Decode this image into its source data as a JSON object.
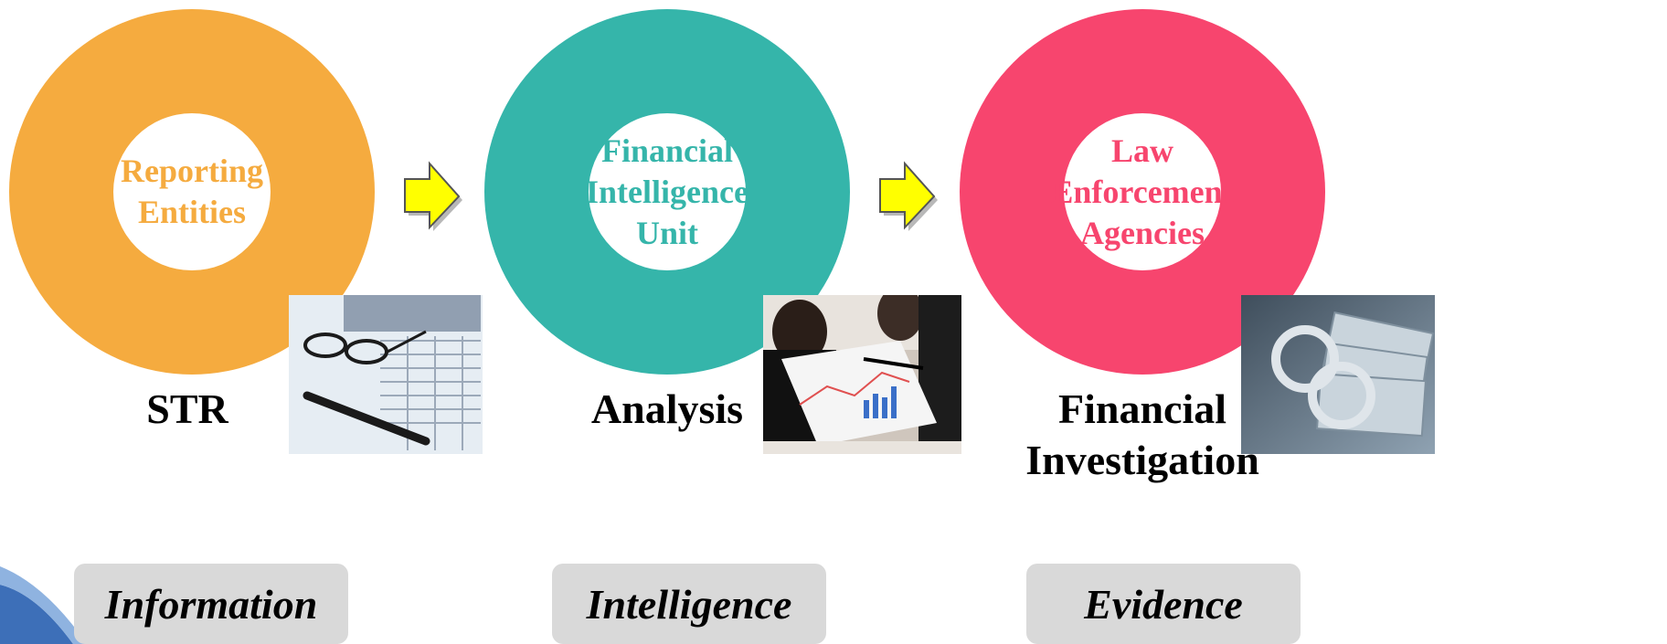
{
  "stages": [
    {
      "entity": "Reporting\nEntities",
      "label": "STR",
      "output": "Information",
      "color": "#f5ab3f"
    },
    {
      "entity": "Financial\nIntelligence\nUnit",
      "label": "Analysis",
      "output": "Intelligence",
      "color": "#35b5aa"
    },
    {
      "entity": "Law\nEnforcement\nAgencies",
      "label": "Financial\nInvestigation",
      "output": "Evidence",
      "color": "#f7456e"
    }
  ],
  "arrow_color": "#ffff00",
  "photos": [
    "documents-glasses-pen-photo",
    "business-meeting-chart-photo",
    "handcuffs-money-photo"
  ]
}
